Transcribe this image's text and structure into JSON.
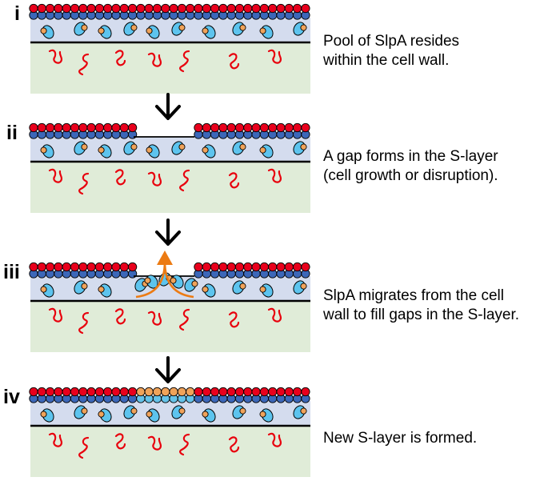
{
  "panels": [
    {
      "label": "i",
      "caption_lines": [
        "Pool of SlpA resides",
        "within the cell wall."
      ],
      "state": "intact"
    },
    {
      "label": "ii",
      "caption_lines": [
        "A gap forms in the S-layer",
        "(cell growth or disruption)."
      ],
      "state": "gap"
    },
    {
      "label": "iii",
      "caption_lines": [
        "SlpA migrates from the cell",
        "wall to fill gaps in the S-layer."
      ],
      "state": "migrating"
    },
    {
      "label": "iv",
      "caption_lines": [
        "New S-layer is formed."
      ],
      "state": "restored"
    }
  ],
  "colors": {
    "slayer_outer": "#e8001c",
    "slayer_inner": "#3c67b8",
    "new_slayer_outer": "#f0a35a",
    "new_slayer_inner": "#66c2e8",
    "cell_wall": "#d4dcee",
    "cytoplasm": "#e0ecd8",
    "membrane": "#000000",
    "slpa_body": "#5dc4ee",
    "slpa_cap": "#f0a35a",
    "cytoplasm_strand": "#e8000d",
    "migration_arrow": "#ec7b13",
    "step_arrow": "#000000"
  }
}
